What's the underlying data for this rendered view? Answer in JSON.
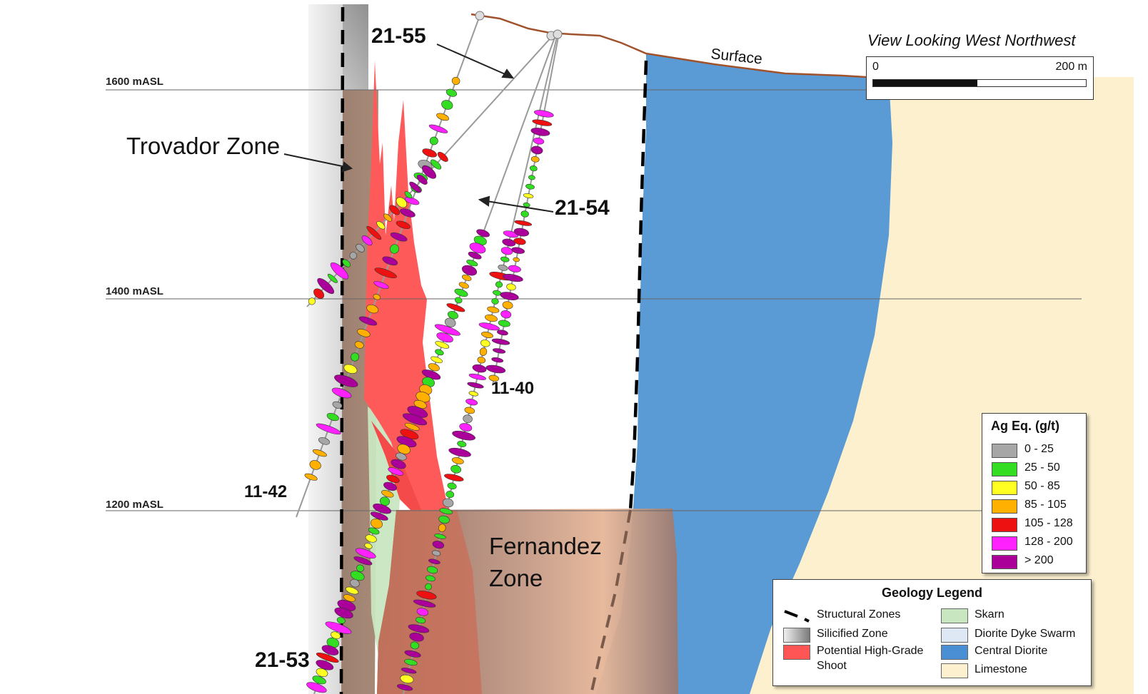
{
  "view_title": "View Looking West Northwest",
  "scale_bar": {
    "start_label": "0",
    "end_label": "200 m"
  },
  "surface_label": "Surface",
  "elevations": [
    {
      "label": "1600 mASL"
    },
    {
      "label": "1400 mASL"
    },
    {
      "label": "1200 mASL"
    }
  ],
  "zones": {
    "trovador": "Trovador Zone",
    "fernandez_line1": "Fernandez",
    "fernandez_line2": "Zone"
  },
  "drill_holes": {
    "h2155": "21-55",
    "h2154": "21-54",
    "h1140": "11-40",
    "h1142": "11-42",
    "h2153": "21-53"
  },
  "ag_legend": {
    "title": "Ag Eq. (g/t)",
    "items": [
      {
        "label": "0 - 25",
        "color": "#a6a6a6"
      },
      {
        "label": "25 - 50",
        "color": "#33dd22"
      },
      {
        "label": "50 - 85",
        "color": "#ffff22"
      },
      {
        "label": "85 - 105",
        "color": "#ffb000"
      },
      {
        "label": "105 - 128",
        "color": "#ee1111"
      },
      {
        "label": "128 - 200",
        "color": "#ff22ff"
      },
      {
        "label": "> 200",
        "color": "#aa0099"
      }
    ]
  },
  "geology_legend": {
    "title": "Geology Legend",
    "items": [
      {
        "label": "Structural Zones",
        "color": "#000000",
        "icon": "dashed-line-icon"
      },
      {
        "label": "Silicified Zone",
        "color": "#8a8a8a",
        "icon": "gradient-swatch"
      },
      {
        "label": "Potential High-Grade",
        "label2": "Shoot",
        "color": "#ff5555"
      },
      {
        "label": "Skarn",
        "color": "#c8e6c0"
      },
      {
        "label": "Diorite Dyke Swarm",
        "color": "#dde8f4"
      },
      {
        "label": "Central Diorite",
        "color": "#4a8fd4"
      },
      {
        "label": "Limestone",
        "color": "#fcf0cf"
      }
    ]
  }
}
